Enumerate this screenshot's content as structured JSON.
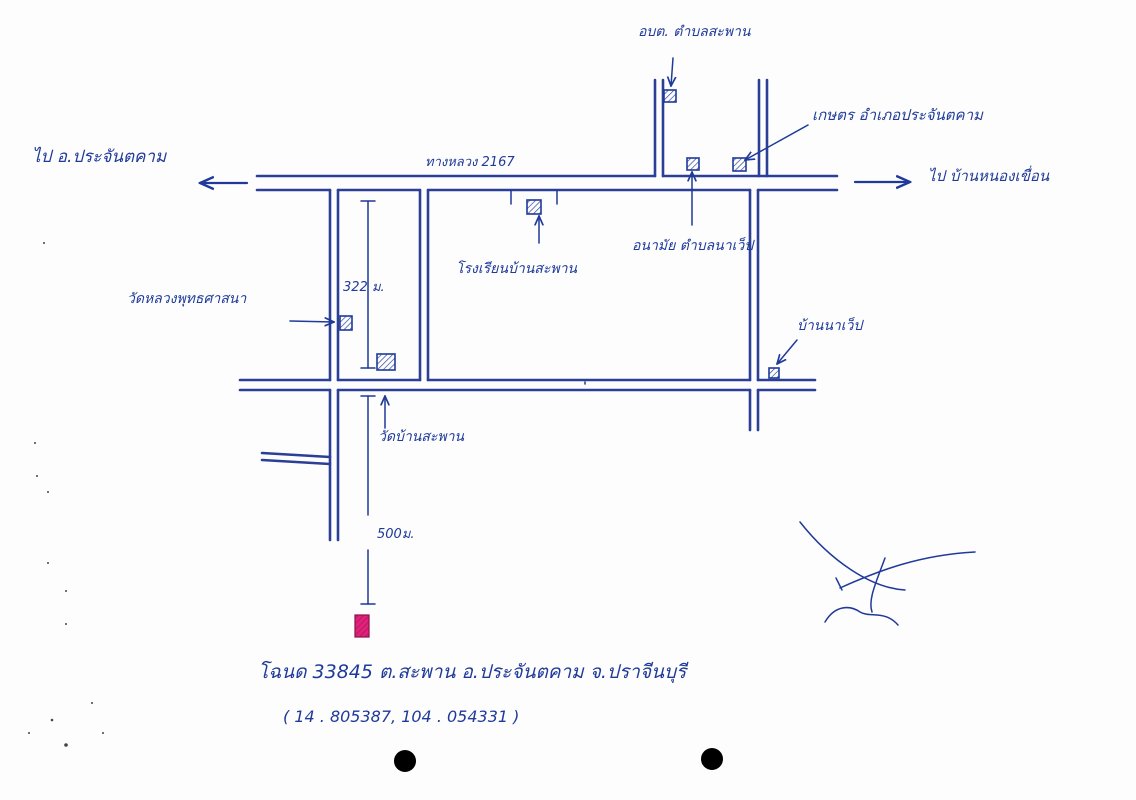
{
  "labels": {
    "to_prachantakham": "ไป อ.ประจันตคาม",
    "highway": "ทางหลวง 2167",
    "tambon_office": "อบต. ตำบลสะพาน",
    "agri_office": "เกษตร อำเภอประจันตคาม",
    "to_ban_nong_khuean": "ไป บ้านหนองเขื่อน",
    "health_center": "อนามัย ตำบลนาเว็ป",
    "school": "โรงเรียนบ้านสะพาน",
    "community_temple": "วัดหลวงพุทธศาสนา",
    "distance_322": "322 ม.",
    "ban_na_wep": "บ้านนาเว็ป",
    "wat_ban_saphan": "วัดบ้านสะพาน",
    "distance_500": "500ม."
  },
  "footer": {
    "location": "โฉนด 33845  ต.สะพาน อ.ประจันตคาม จ.ปราจีนบุรี",
    "coordinates": "( 14 . 805387,  104 . 054331 )"
  },
  "colors": {
    "ink": "#1f3a9a",
    "target": "#e0237a",
    "hole": "#000000"
  },
  "icons": {
    "landmark": "hatched-square-icon",
    "target": "target-plot-icon",
    "signature": "signature-icon"
  }
}
